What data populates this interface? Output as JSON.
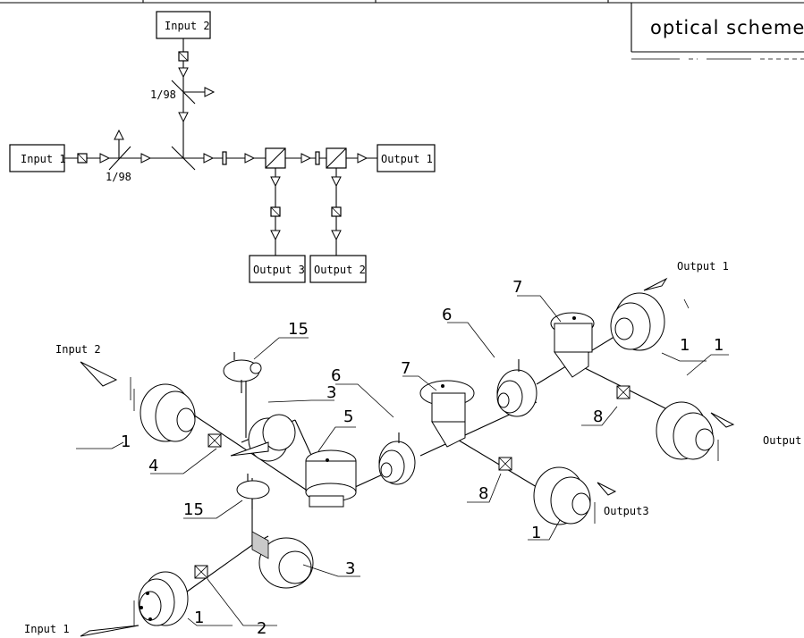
{
  "title": "optical scheme",
  "scheme": {
    "input_1": "Input 1",
    "input_2": "Input 2",
    "output_1": "Output 1",
    "output_2": "Output 2",
    "output_3": "Output 3",
    "split_ratio_1": "1/98",
    "split_ratio_2": "1/98"
  },
  "drawing": {
    "input_1": "Input 1",
    "input_2": "Input 2",
    "output_1": "Output 1",
    "output_2": "Output",
    "output_3": "Output3",
    "callouts": [
      "1",
      "1",
      "1",
      "1",
      "1",
      "2",
      "3",
      "3",
      "4",
      "5",
      "6",
      "6",
      "7",
      "7",
      "8",
      "8",
      "15",
      "15"
    ]
  }
}
